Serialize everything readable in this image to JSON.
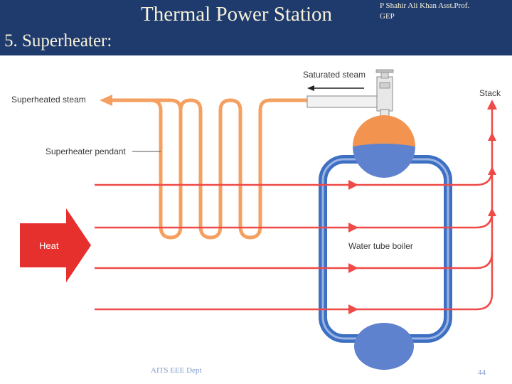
{
  "header": {
    "title": "Thermal Power Station",
    "subtitle": "5. Superheater:",
    "author_line1": "P Shahir Ali Khan    Asst.Prof.",
    "author_line2": "GEP"
  },
  "diagram": {
    "labels": {
      "saturated_steam": "Saturated steam",
      "superheated_steam": "Superheated steam",
      "stack": "Stack",
      "superheater_pendant": "Superheater pendant",
      "water_tube_boiler": "Water tube boiler",
      "heat": "Heat"
    },
    "colors": {
      "steam_pipe": "#f5a060",
      "hot_gas": "#ef4a47",
      "water_tube": "#3d6fc2",
      "steam_drum": "#f2944f",
      "water_drum": "#5f82cf",
      "heat_arrow": "#e6302e"
    }
  },
  "footer": {
    "dept": "AITS EEE Dept",
    "page_number": "44"
  }
}
